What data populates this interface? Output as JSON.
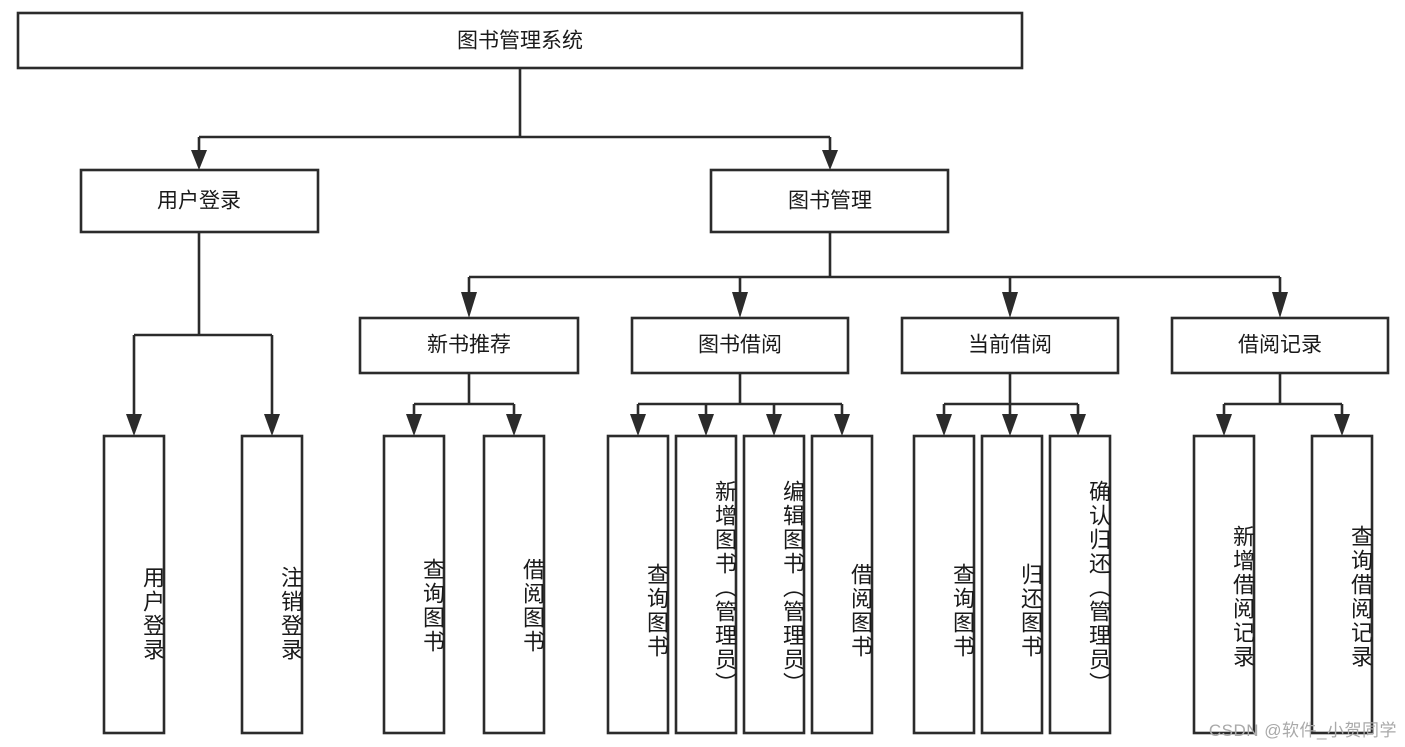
{
  "diagram": {
    "title": "图书管理系统",
    "type": "tree-hierarchy-diagram",
    "root": {
      "label": "图书管理系统",
      "orientation": "horizontal"
    },
    "level1": [
      {
        "label": "用户登录",
        "orientation": "horizontal"
      },
      {
        "label": "图书管理",
        "orientation": "horizontal"
      }
    ],
    "level2": [
      {
        "label": "新书推荐",
        "orientation": "horizontal"
      },
      {
        "label": "图书借阅",
        "orientation": "horizontal"
      },
      {
        "label": "当前借阅",
        "orientation": "horizontal"
      },
      {
        "label": "借阅记录",
        "orientation": "horizontal"
      }
    ],
    "leaves": {
      "user_login": [
        {
          "label": "用户登录",
          "orientation": "vertical"
        },
        {
          "label": "注销登录",
          "orientation": "vertical"
        }
      ],
      "new_book_recommend": [
        {
          "label": "查询图书",
          "orientation": "vertical"
        },
        {
          "label": "借阅图书",
          "orientation": "vertical"
        }
      ],
      "book_borrow": [
        {
          "label": "查询图书",
          "orientation": "vertical"
        },
        {
          "label": "新增图书（管理员）",
          "orientation": "vertical"
        },
        {
          "label": "编辑图书（管理员）",
          "orientation": "vertical"
        },
        {
          "label": "借阅图书",
          "orientation": "vertical"
        }
      ],
      "current_borrow": [
        {
          "label": "查询图书",
          "orientation": "vertical"
        },
        {
          "label": "归还图书",
          "orientation": "vertical"
        },
        {
          "label": "确认归还（管理员）",
          "orientation": "vertical"
        }
      ],
      "borrow_record": [
        {
          "label": "新增借阅记录",
          "orientation": "vertical"
        },
        {
          "label": "查询借阅记录",
          "orientation": "vertical"
        }
      ]
    }
  },
  "watermark": {
    "text": "CSDN @软件_小贺同学"
  },
  "colors": {
    "background": "#ffffff",
    "stroke": "#2b2b2b",
    "text": "#1a1a1a",
    "watermark": "#a9a9a9"
  }
}
